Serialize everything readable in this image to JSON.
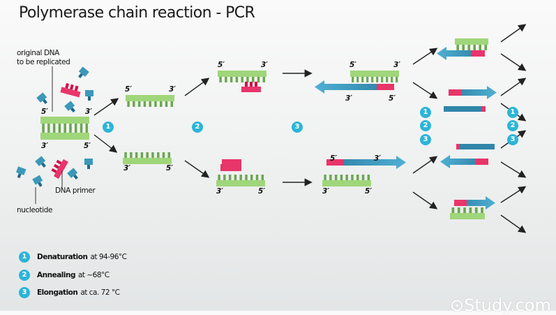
{
  "title": "Polymerase chain reaction - PCR",
  "labels": {
    "original_dna": [
      "original DNA",
      "to be replicated"
    ],
    "dna_primer": "DNA primer",
    "nucleotide": "nucleotide"
  },
  "ends": {
    "five": "5′",
    "three": "3′"
  },
  "steps": [
    {
      "number": "1",
      "name": "Denaturation",
      "condition": "at 94-96°C"
    },
    {
      "number": "2",
      "name": "Annealing",
      "condition": "at ~68°C"
    },
    {
      "number": "3",
      "name": "Elongation",
      "condition": "at ca. 72 °C"
    }
  ],
  "colors": {
    "template_strand": "#9fd67a",
    "primer": "#e8356a",
    "new_strand": "#2f86a8",
    "badge": "#2cb5d8"
  },
  "watermark": "Study.com"
}
